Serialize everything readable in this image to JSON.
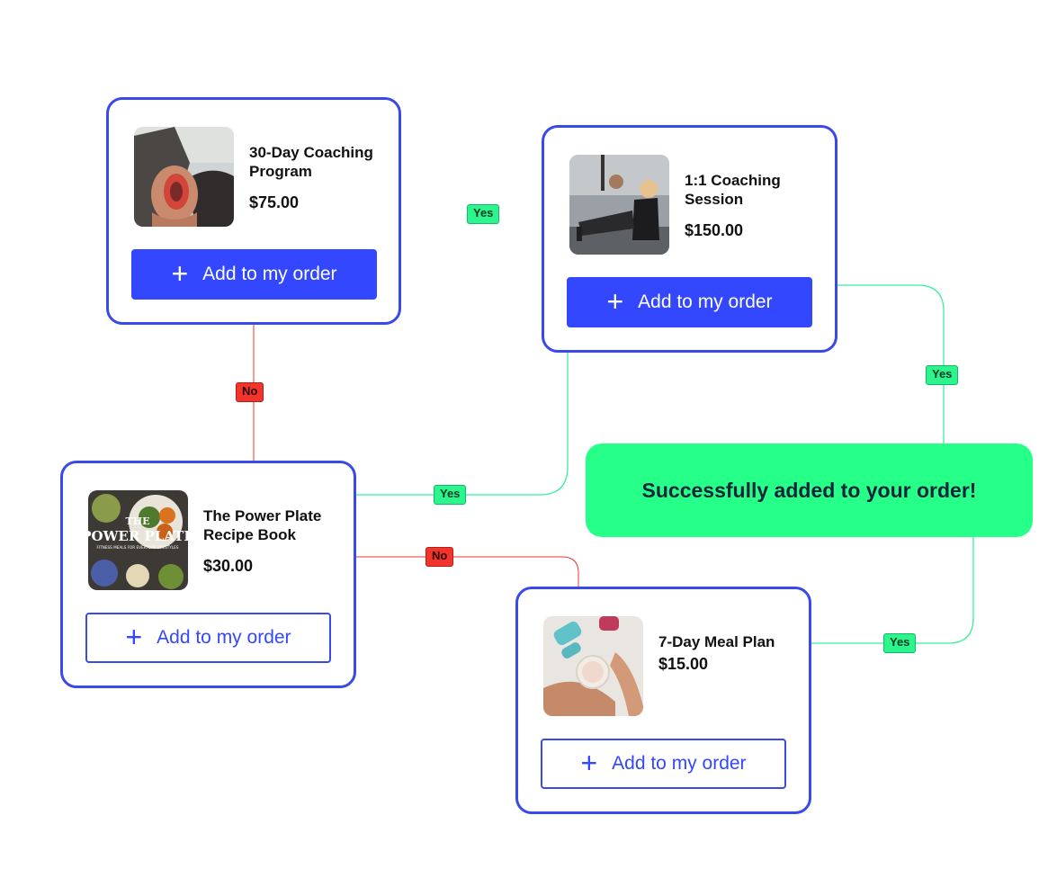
{
  "cards": {
    "coaching_program": {
      "title": "30-Day Coaching Program",
      "price": "$75.00",
      "button": "Add to my order"
    },
    "coaching_session": {
      "title": "1:1 Coaching Session",
      "price": "$150.00",
      "button": "Add to my order"
    },
    "recipe_book": {
      "title": "The Power Plate Recipe Book",
      "price": "$30.00",
      "button": "Add to my order",
      "cover_title_1": "THE",
      "cover_title_2": "POWER PLATE",
      "cover_subtitle": "FITNESS MEALS FOR EVERYDAY LIFESTYLES"
    },
    "meal_plan": {
      "title": "7-Day Meal Plan",
      "price": "$15.00",
      "button": "Add to my order"
    }
  },
  "button_plus": "+",
  "badges": {
    "yes": "Yes",
    "no": "No"
  },
  "success_message": "Successfully added to your order!",
  "colors": {
    "card_border": "#3a4ae8",
    "button_fill": "#3347ff",
    "yes_green": "#2cf58e",
    "no_red": "#f2342c",
    "success_bg": "#26ff88"
  }
}
